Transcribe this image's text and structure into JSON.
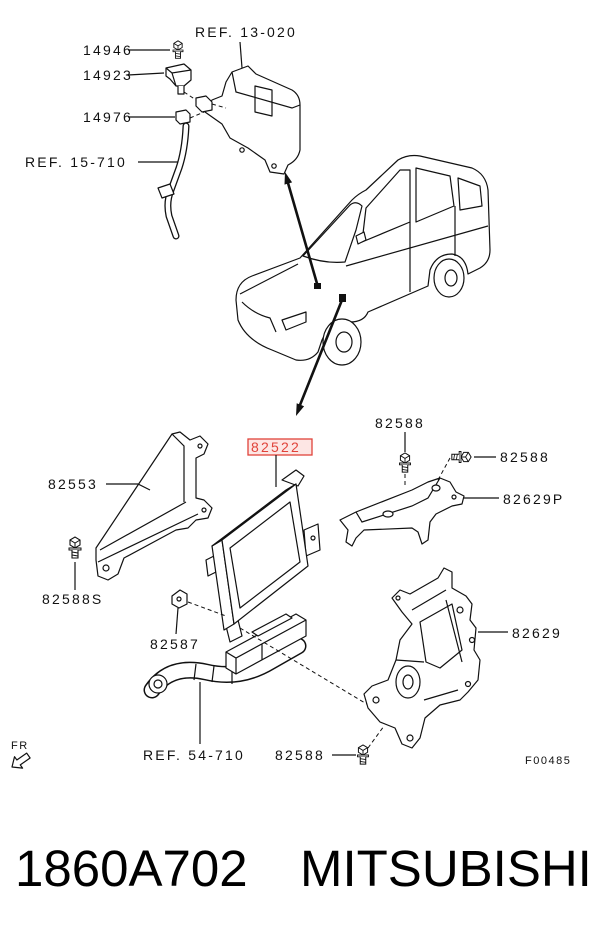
{
  "callouts": {
    "ref_13_020": "REF. 13-020",
    "c14946": "14946",
    "c14923": "14923",
    "c14976": "14976",
    "ref_15_710": "REF. 15-710",
    "c82588_upper": "82588",
    "c82522": "82522",
    "c82588_right": "82588",
    "c82553": "82553",
    "c82629P": "82629P",
    "c82588S": "82588S",
    "c82587": "82587",
    "c82629": "82629",
    "ref_54_710": "REF. 54-710",
    "c82588_lower": "82588"
  },
  "direction_indicator": "FR",
  "figure_code": "F00485",
  "highlight_color": "#e0433a",
  "highlight_fill": "#fde6e4",
  "caption": {
    "part_number": "1860A702",
    "brand": "MITSUBISHI"
  }
}
